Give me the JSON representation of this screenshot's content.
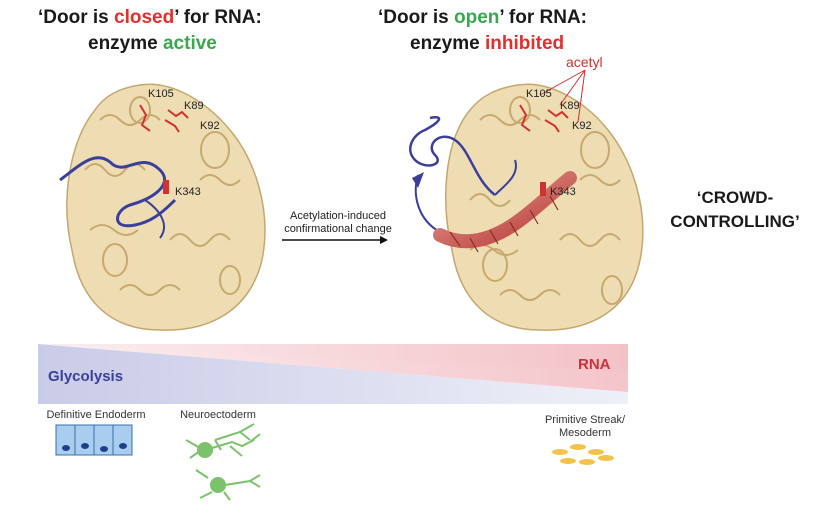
{
  "left_panel": {
    "title_prefix": "‘Door is ",
    "title_state": "closed",
    "title_suffix": "’ for RNA:",
    "subtitle_prefix": "enzyme ",
    "subtitle_state": "active",
    "state_color": "#e0302c",
    "sub_color": "#3aa84c",
    "residues": [
      "K105",
      "K89",
      "K92",
      "K343"
    ]
  },
  "right_panel": {
    "title_prefix": "‘Door is ",
    "title_state": "open",
    "title_suffix": "’ for RNA:",
    "subtitle_prefix": "enzyme ",
    "subtitle_state": "inhibited",
    "state_color": "#3aa84c",
    "sub_color": "#e0302c",
    "acetyl_label": "acetyl",
    "residues": [
      "K105",
      "K89",
      "K92",
      "K343"
    ]
  },
  "arrow_label_line1": "Acetylation-induced",
  "arrow_label_line2": "confirmational change",
  "side_label_line1": "‘CROWD-",
  "side_label_line2": "CONTROLLING’",
  "gradient": {
    "left_label": "Glycolysis",
    "right_label": "RNA",
    "left_color": "#3b3f9c",
    "right_color": "#c8333a"
  },
  "cell_types": {
    "endoderm": "Definitive Endoderm",
    "neuro": "Neuroectoderm",
    "mesoderm_line1": "Primitive Streak/",
    "mesoderm_line2": "Mesoderm"
  }
}
